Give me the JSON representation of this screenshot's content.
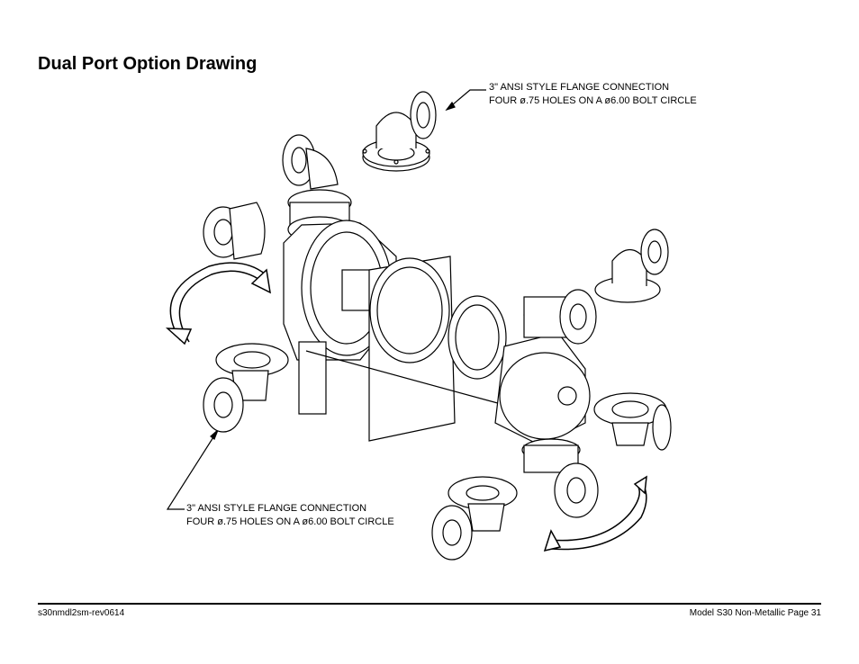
{
  "page": {
    "title": "Dual Port Option Drawing",
    "footer_left": "s30nmdl2sm-rev0614",
    "footer_right": "Model S30 Non-Metallic Page 31"
  },
  "callouts": {
    "top": {
      "line1": "3\" ANSI STYLE FLANGE CONNECTION",
      "line2": "FOUR ø.75 HOLES ON A ø6.00 BOLT CIRCLE"
    },
    "bottom": {
      "line1": "3\" ANSI STYLE FLANGE CONNECTION",
      "line2": "FOUR ø.75 HOLES ON A ø6.00 BOLT CIRCLE"
    }
  }
}
